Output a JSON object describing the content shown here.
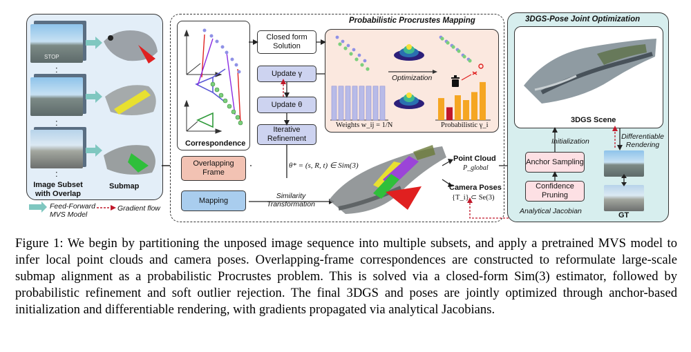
{
  "figure": {
    "left_panel": {
      "subset_label": "Image Subset with Overlap",
      "submap_label": "Submap",
      "stop_sign_text": "STOP",
      "dots": ":"
    },
    "legend": {
      "mvs_label": "Feed-Forward MVS Model",
      "gradient_label": "Gradient flow"
    },
    "correspondence_label": "Correspondence",
    "procrustes": {
      "title": "Probabilistic Procrustes Mapping",
      "closed_form": "Closed form Solution",
      "update_gamma": "Update γ",
      "update_theta": "Update θ",
      "iterative": "Iterative Refinement",
      "theta_formula": "θ* = (s, R, t) ∈ Sim(3)",
      "optimization_label": "Optimization",
      "weights_label": "Weights w_ij = 1/N",
      "prob_label": "Probabilistic γ_i",
      "weights_bars": [
        0.82,
        0.82,
        0.82,
        0.82,
        0.82,
        0.82,
        0.82,
        0.82
      ],
      "prob_bars": [
        0.55,
        0.32,
        0.62,
        0.5,
        0.7,
        0.95
      ],
      "prob_colors": [
        "#f5a623",
        "#c0182a",
        "#f5a623",
        "#f5a623",
        "#f5a623",
        "#f5a623"
      ]
    },
    "overlapping_frame": "Overlapping Frame",
    "mapping": "Mapping",
    "similarity": "Similarity Transformation",
    "point_cloud": "Point Cloud",
    "p_global": "P_global",
    "camera_poses": "Camera Poses",
    "camera_formula": "{T_i} ⊂ Se(3)",
    "joint": {
      "title": "3DGS-Pose Joint Optimization",
      "scene_label": "3DGS Scene",
      "initialization": "Initialization",
      "differentiable": "Differentiable Rendering",
      "anchor": "Anchor Sampling",
      "confidence": "Confidence Pruning",
      "analytical": "Analytical Jacobian",
      "gt": "GT"
    },
    "colors": {
      "left_panel_bg": "#e3eef8",
      "procrustes_inner_bg": "#fbe8df",
      "joint_bg": "#d7eeee",
      "overlap_box": "#f2c2b3",
      "mapping_box": "#a9cdee",
      "update_box": "#cdd3f0",
      "arrow_teal": "#7fc7c0",
      "gradient_red": "#c0182a"
    }
  },
  "caption": "Figure 1: We begin by partitioning the unposed image sequence into multiple subsets, and apply a pretrained MVS model to infer local point clouds and camera poses. Overlapping-frame correspondences are constructed to reformulate large-scale submap alignment as a probabilistic Procrustes problem. This is solved via a closed-form Sim(3) estimator, followed by probabilistic refinement and soft outlier rejection. The final 3DGS and poses are jointly optimized through anchor-based initialization and differentiable rendering, with gradients propagated via analytical Jacobians."
}
